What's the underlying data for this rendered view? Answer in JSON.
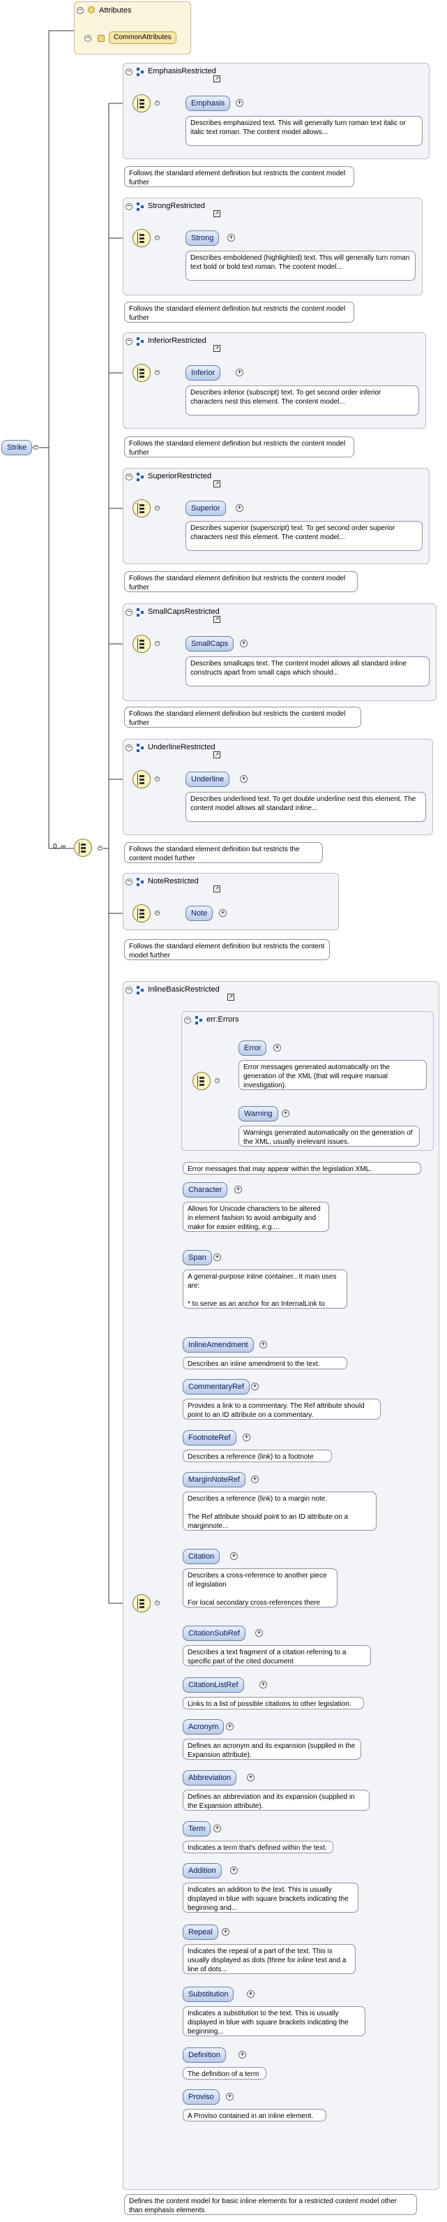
{
  "attributes": {
    "title": "Attributes",
    "group_label": "CommonAttributes"
  },
  "root": {
    "label": "Strike"
  },
  "choice": {
    "cardinality": "0..∞"
  },
  "groups": [
    {
      "title": "EmphasisRestricted",
      "element": "Emphasis",
      "element_doc": "Describes emphasized text. This will generally turn roman text italic or italic text roman. The content model allows...",
      "group_doc": "Follows the standard element definition but restricts the content model further"
    },
    {
      "title": "StrongRestricted",
      "element": "Strong",
      "element_doc": "Describes emboldened (highlighted) text. This will generally turn roman text bold or bold text roman. The content model...",
      "group_doc": "Follows the standard element definition but restricts the content model further"
    },
    {
      "title": "InferiorRestricted",
      "element": "Inferior",
      "element_doc": "Describes inferior (subscript) text. To get second order inferior characters nest this element. The content model...",
      "group_doc": "Follows the standard element definition but restricts the content model further"
    },
    {
      "title": "SuperiorRestricted",
      "element": "Superior",
      "element_doc": "Describes superior (superscript) text. To get second order superior characters nest this element. The content model...",
      "group_doc": "Follows the standard element definition but restricts the content model further"
    },
    {
      "title": "SmallCapsRestricted",
      "element": "SmallCaps",
      "element_doc": "Describes smallcaps text. The content model allows all standard inline constructs apart from small caps which should...",
      "group_doc": "Follows the standard element definition but restricts the content model further"
    },
    {
      "title": "UnderlineRestricted",
      "element": "Underline",
      "element_doc": "Describes underlined text. To get double underline nest this element. The content model allows all standard inline...",
      "group_doc": "Follows the standard element definition but restricts the content model further"
    },
    {
      "title": "NoteRestricted",
      "element": "Note",
      "element_doc": "",
      "group_doc": "Follows the standard element definition but restricts the content model further"
    }
  ],
  "inline_basic": {
    "title": "InlineBasicRestricted",
    "errors_group": {
      "title": "err:Errors",
      "items": [
        {
          "label": "Error",
          "doc": "Error messages generated automatically on the generation of the XML (that will require manual investigation)."
        },
        {
          "label": "Warning",
          "doc": "Warnings generated automatically on the generation of the XML, usually irrelevant issues."
        }
      ],
      "doc": "Error messages that may appear within the legislation XML."
    },
    "items": [
      {
        "label": "Character",
        "doc": "Allows for Unicode characters to be altered in element fashion to avoid ambiguity and make for easier editing, e.g...."
      },
      {
        "label": "Span",
        "doc": "A general-purpose inline container.. It main uses are:\n\n * to serve as an anchor for an InternalLink to provide..."
      },
      {
        "label": "InlineAmendment",
        "doc": "Describes an inline amendment to the text."
      },
      {
        "label": "CommentaryRef",
        "doc": "Provides a link to a commentary. The Ref attribute should point to an ID attribute on a commentary."
      },
      {
        "label": "FootnoteRef",
        "doc": "Describes a reference (link) to a footnote"
      },
      {
        "label": "MarginNoteRef",
        "doc": "Describes a reference (link) to a margin note.\n\nThe Ref attribute should point to an ID attribute on a marginnote..."
      },
      {
        "label": "Citation",
        "doc": "Describes a cross-reference to another piece of legislation\n\nFor local secondary cross-references there may not be..."
      },
      {
        "label": "CitationSubRef",
        "doc": "Describes a text fragment of a citation referring to a specific part of the cited document"
      },
      {
        "label": "CitationListRef",
        "doc": "Links to a list of possible citations to other legislation."
      },
      {
        "label": "Acronym",
        "doc": "Defines an acronym and its expansion (supplied in the Expansion attribute)."
      },
      {
        "label": "Abbreviation",
        "doc": "Defines an abbreviation and its expansion (supplied in the Expansion attribute)."
      },
      {
        "label": "Term",
        "doc": "Indicates a term that's defined within the text."
      },
      {
        "label": "Addition",
        "doc": "Indicates an addition to the text. This is usually displayed in blue with square brackets indicating the beginning and..."
      },
      {
        "label": "Repeal",
        "doc": "Indicates the repeal of a part of the text. This is usually displayed as dots (three for inline text and a line of dots..."
      },
      {
        "label": "Substitution",
        "doc": "Indicates a substitution to the text. This is usually displayed in blue with square brackets indicating the beginning..."
      },
      {
        "label": "Definition",
        "doc": "The definition of a term"
      },
      {
        "label": "Proviso",
        "doc": "A Proviso contained in an inline element."
      }
    ],
    "group_doc": "Defines the content model for basic inline elements for a restricted content model other than emphasis elements"
  }
}
